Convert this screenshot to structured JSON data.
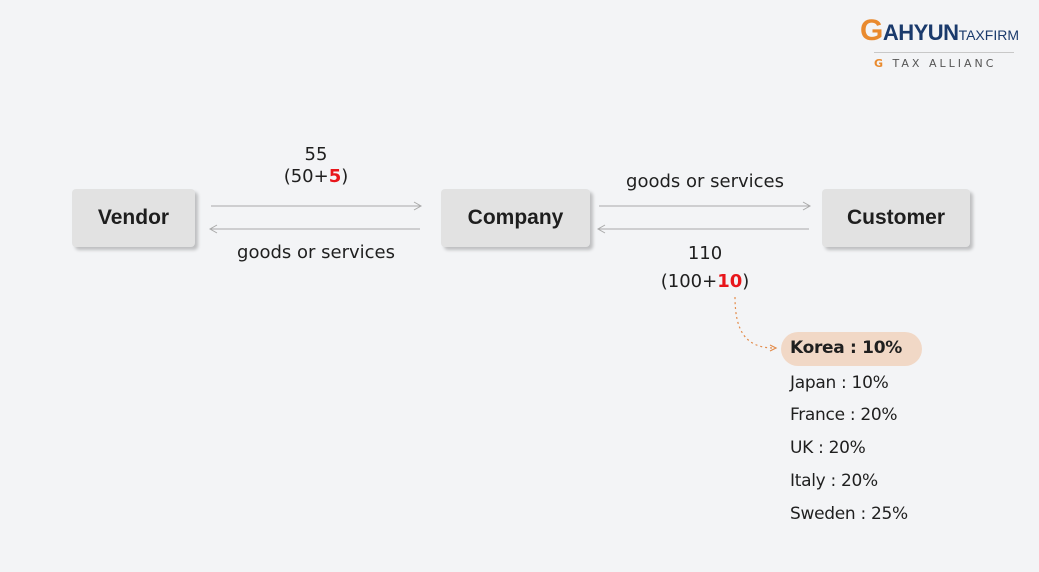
{
  "logo": {
    "brand_g": "G",
    "brand_main": "AHYUN",
    "brand_suffix": "TAXFIRM",
    "tagline_g": "G",
    "tagline_rest": "TAX ALLIANC"
  },
  "nodes": {
    "vendor": "Vendor",
    "company": "Company",
    "customer": "Customer"
  },
  "left_flow": {
    "amount": "55",
    "breakdown_prefix": "(50+",
    "breakdown_tax": "5",
    "breakdown_suffix": ")",
    "goods": "goods or services"
  },
  "right_flow": {
    "goods": "goods or services",
    "amount": "110",
    "breakdown_prefix": "(100+",
    "breakdown_tax": "10",
    "breakdown_suffix": ")"
  },
  "vat_rates": [
    "Korea : 10%",
    "Japan : 10%",
    "France : 20%",
    "UK : 20%",
    "Italy : 20%",
    "Sweden : 25%"
  ],
  "colors": {
    "tax_highlight": "#e8161b",
    "logo_orange": "#e98a2e",
    "logo_navy": "#1a3a6c",
    "korea_highlight": "#f1d8c6",
    "connector": "#e38b4a"
  }
}
